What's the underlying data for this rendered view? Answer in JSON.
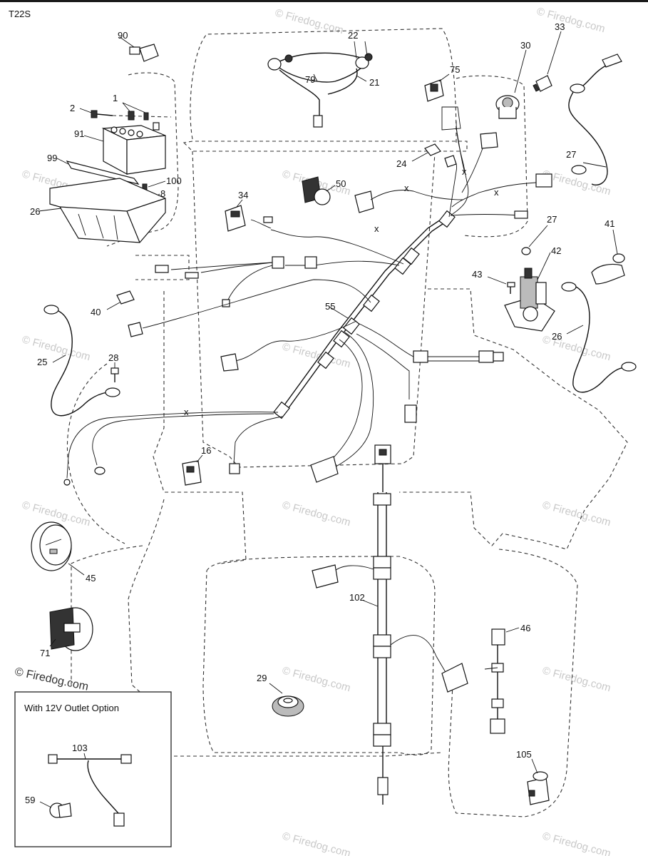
{
  "diagram": {
    "code": "T22S",
    "watermark": "© Firedog.com",
    "option_box_title": "With 12V Outlet Option",
    "callouts": [
      {
        "id": "c-90",
        "text": "90"
      },
      {
        "id": "c-22",
        "text": "22"
      },
      {
        "id": "c-79",
        "text": "79"
      },
      {
        "id": "c-21",
        "text": "21"
      },
      {
        "id": "c-75",
        "text": "75"
      },
      {
        "id": "c-30",
        "text": "30"
      },
      {
        "id": "c-33",
        "text": "33"
      },
      {
        "id": "c-27a",
        "text": "27"
      },
      {
        "id": "c-2",
        "text": "2"
      },
      {
        "id": "c-1",
        "text": "1"
      },
      {
        "id": "c-91",
        "text": "91"
      },
      {
        "id": "c-99",
        "text": "99"
      },
      {
        "id": "c-100",
        "text": "100"
      },
      {
        "id": "c-8",
        "text": "8"
      },
      {
        "id": "c-26a",
        "text": "26"
      },
      {
        "id": "c-24",
        "text": "24"
      },
      {
        "id": "c-50",
        "text": "50"
      },
      {
        "id": "c-34",
        "text": "34"
      },
      {
        "id": "c-27b",
        "text": "27"
      },
      {
        "id": "c-42",
        "text": "42"
      },
      {
        "id": "c-43",
        "text": "43"
      },
      {
        "id": "c-41",
        "text": "41"
      },
      {
        "id": "c-26b",
        "text": "26"
      },
      {
        "id": "c-40",
        "text": "40"
      },
      {
        "id": "c-25",
        "text": "25"
      },
      {
        "id": "c-28",
        "text": "28"
      },
      {
        "id": "c-55",
        "text": "55"
      },
      {
        "id": "c-16",
        "text": "16"
      },
      {
        "id": "c-45",
        "text": "45"
      },
      {
        "id": "c-71",
        "text": "71"
      },
      {
        "id": "c-102",
        "text": "102"
      },
      {
        "id": "c-46",
        "text": "46"
      },
      {
        "id": "c-29",
        "text": "29"
      },
      {
        "id": "c-103",
        "text": "103"
      },
      {
        "id": "c-59",
        "text": "59"
      },
      {
        "id": "c-105",
        "text": "105"
      }
    ]
  }
}
